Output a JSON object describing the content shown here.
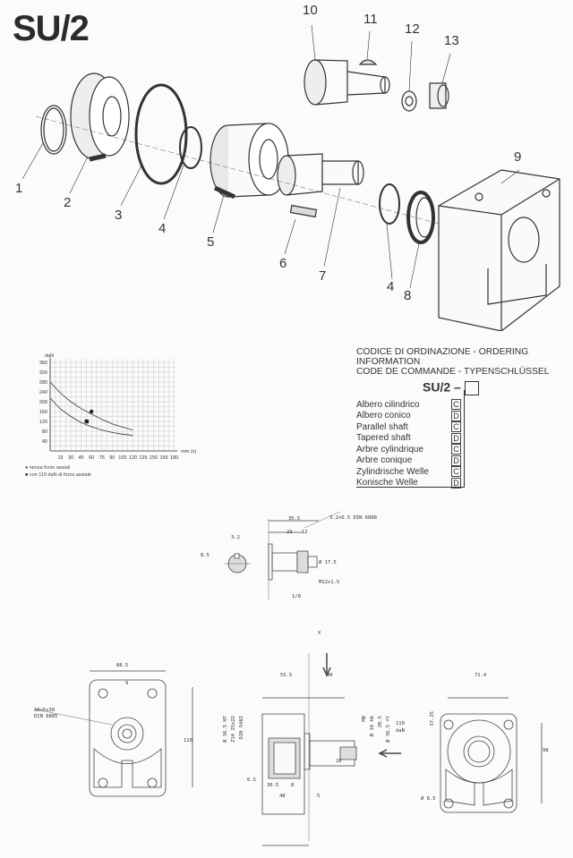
{
  "title": "SU/2",
  "exploded_view": {
    "part_labels": [
      "1",
      "2",
      "3",
      "4",
      "5",
      "6",
      "7",
      "4",
      "8",
      "9",
      "10",
      "11",
      "12",
      "13"
    ]
  },
  "ordering": {
    "header_line1": "CODICE DI ORDINAZIONE - ORDERING INFORMATION",
    "header_line2": "CODE DE COMMANDE - TYPENSCHLÜSSEL",
    "code": "SU/2 –",
    "rows": [
      {
        "label": "Albero cilindrico",
        "code": "C"
      },
      {
        "label": "Albero conico",
        "code": "D"
      },
      {
        "label": "Parallel shaft",
        "code": "C"
      },
      {
        "label": "Tapered shaft",
        "code": "D"
      },
      {
        "label": "Arbre cylindrique",
        "code": "C"
      },
      {
        "label": "Arbre conique",
        "code": "D"
      },
      {
        "label": "Zylindrische Welle",
        "code": "C"
      },
      {
        "label": "Konische Welle",
        "code": "D"
      }
    ]
  },
  "chart_data": {
    "type": "line",
    "ylabel": "daN",
    "xlabel": "mm (x)",
    "xlim": [
      0,
      180
    ],
    "ylim": [
      0,
      360
    ],
    "x_ticks": [
      15,
      30,
      45,
      60,
      75,
      90,
      105,
      120,
      135,
      150,
      165,
      180
    ],
    "y_ticks": [
      40,
      80,
      120,
      160,
      200,
      240,
      280,
      320,
      360
    ],
    "grid": true,
    "series": [
      {
        "marker": "circle",
        "x": [
          0,
          15,
          30,
          45,
          60,
          75,
          90,
          105,
          120
        ],
        "y": [
          280,
          235,
          200,
          172,
          150,
          128,
          110,
          97,
          85
        ]
      },
      {
        "marker": "square",
        "x": [
          0,
          15,
          30,
          45,
          60,
          75,
          90,
          105,
          120
        ],
        "y": [
          215,
          170,
          140,
          115,
          98,
          85,
          75,
          68,
          63
        ]
      }
    ],
    "legend": [
      {
        "marker": "circle",
        "text": "senza forze assiali"
      },
      {
        "marker": "square",
        "text": "con 110 daN di forza assiale"
      }
    ],
    "marker_points": [
      {
        "marker": "circle",
        "x": 60,
        "y": 160
      },
      {
        "marker": "square",
        "x": 53,
        "y": 120
      }
    ]
  },
  "shaft_detail": {
    "dims": [
      "3.2",
      "8.5",
      "35.5",
      "23",
      "12",
      "3.2x6.5 DIN 6888",
      "Ø 17.5",
      "M12x1.5",
      "1/8"
    ]
  },
  "front_view": {
    "dims": [
      "88.5",
      "9",
      "110"
    ],
    "note_line1": "A8x6x30",
    "note_line2": "DIN 6885"
  },
  "side_view": {
    "dims": [
      "X",
      "55.5",
      "40",
      "Ø 36.5 H7",
      "Z14 25x22",
      "DIN 5482",
      "Ø 16 h6",
      "20.5",
      "Ø 36.5 f7",
      "M8",
      "16",
      "110",
      "daN",
      "6.5",
      "30.5",
      "8",
      "48",
      "5"
    ]
  },
  "rear_view": {
    "dims": [
      "71.4",
      "37.25",
      "98",
      "Ø 8.5"
    ]
  }
}
